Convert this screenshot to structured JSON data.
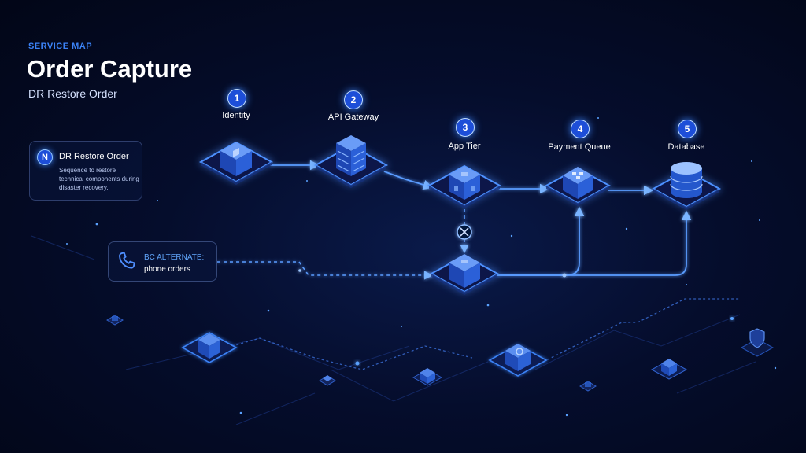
{
  "header": {
    "eyebrow": "SERVICE MAP",
    "title": "Order Capture",
    "subtitle": "DR Restore Order"
  },
  "legend": {
    "badge": "N",
    "title": "DR Restore Order",
    "description": "Sequence to restore technical components during disaster recovery."
  },
  "alternate": {
    "label": "BC ALTERNATE:",
    "text": "phone orders",
    "icon": "phone-icon"
  },
  "nodes": [
    {
      "step": "1",
      "label": "Identity",
      "icon": "cube-icon"
    },
    {
      "step": "2",
      "label": "API Gateway",
      "icon": "server-stack-icon"
    },
    {
      "step": "3",
      "label": "App Tier",
      "icon": "cube-icon"
    },
    {
      "step": "4",
      "label": "Payment Queue",
      "icon": "grid-cube-icon"
    },
    {
      "step": "5",
      "label": "Database",
      "icon": "database-icon"
    }
  ],
  "connections": [
    {
      "from": "Identity",
      "to": "API Gateway",
      "style": "solid"
    },
    {
      "from": "API Gateway",
      "to": "App Tier",
      "style": "solid"
    },
    {
      "from": "App Tier",
      "to": "Payment Queue",
      "style": "solid"
    },
    {
      "from": "Payment Queue",
      "to": "Database",
      "style": "solid"
    },
    {
      "from": "App Tier",
      "to": "alternate-node",
      "style": "dashed-blocked"
    },
    {
      "from": "phone orders",
      "to": "alternate-node",
      "style": "dashed"
    },
    {
      "from": "alternate-node",
      "to": "Payment Queue",
      "style": "solid"
    },
    {
      "from": "alternate-node",
      "to": "Database",
      "style": "solid"
    }
  ],
  "colors": {
    "background": "#020617",
    "accent": "#3b82f6",
    "glow": "#60a5fa",
    "badge": "#1d4ed8"
  }
}
